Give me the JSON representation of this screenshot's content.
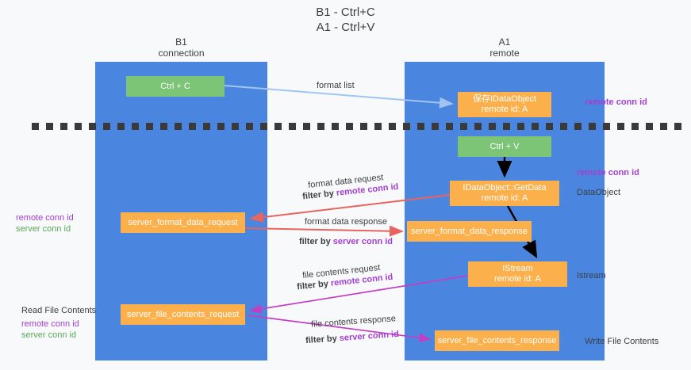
{
  "title": "B1 - Ctrl+C\nA1 - Ctrl+V",
  "columns": {
    "left": {
      "name": "B1",
      "role": "connection"
    },
    "right": {
      "name": "A1",
      "role": "remote"
    }
  },
  "colors": {
    "lane": "#4a86e0",
    "node_green": "#7cc576",
    "node_orange": "#fbb04c",
    "accent_purple": "#a33fd1",
    "accent_green": "#5aa85a",
    "arrow_blue": "#9fc5f0",
    "arrow_red": "#e8645f",
    "arrow_magenta": "#c23ec2",
    "arrow_black": "#000000",
    "divider": "#3a3a3a",
    "background": "#f8f9fa"
  },
  "nodes": {
    "ctrl_c": {
      "label": "Ctrl + C",
      "style": "green"
    },
    "idataobject_save": {
      "label": "保存IDataObject\nremote id: A",
      "style": "orange"
    },
    "ctrl_v": {
      "label": "Ctrl + V",
      "style": "green"
    },
    "getdata": {
      "label": "IDataObject::GetData\nremote id: A",
      "style": "orange"
    },
    "server_format_data_request": {
      "label": "server_format_data_request",
      "style": "orange"
    },
    "server_format_data_response": {
      "label": "server_format_data_response",
      "style": "orange"
    },
    "istream": {
      "label": "IStream\nremote id: A",
      "style": "orange"
    },
    "server_file_contents_request": {
      "label": "server_file_contents_request",
      "style": "orange"
    },
    "server_file_contents_response": {
      "label": "server_file_contents_response",
      "style": "orange"
    }
  },
  "edge_labels": {
    "format_list": "format list",
    "format_data_request": "format data request",
    "format_data_request_filter_prefix": "filter by ",
    "format_data_request_filter_value": "remote conn id",
    "format_data_response": "format data response",
    "format_data_response_filter_prefix": "filter by ",
    "format_data_response_filter_value": "server conn id",
    "file_contents_request": "file contents request",
    "file_contents_request_filter_prefix": "filter by ",
    "file_contents_request_filter_value": "remote conn id",
    "file_contents_response": "file contents response",
    "file_contents_response_filter_prefix": "filter by ",
    "file_contents_response_filter_value": "server conn id"
  },
  "annotations": {
    "right_remote_conn_id_top": "remote conn id",
    "right_remote_conn_id_mid": "remote conn id",
    "right_dataobject": "DataObject",
    "right_istream": "Istream",
    "right_write_file_contents": "Write File Contents",
    "left_remote_conn_id_1": "remote conn id",
    "left_server_conn_id_1": "server conn id",
    "left_read_file_contents": "Read File Contents",
    "left_remote_conn_id_2": "remote conn id",
    "left_server_conn_id_2": "server conn id"
  }
}
